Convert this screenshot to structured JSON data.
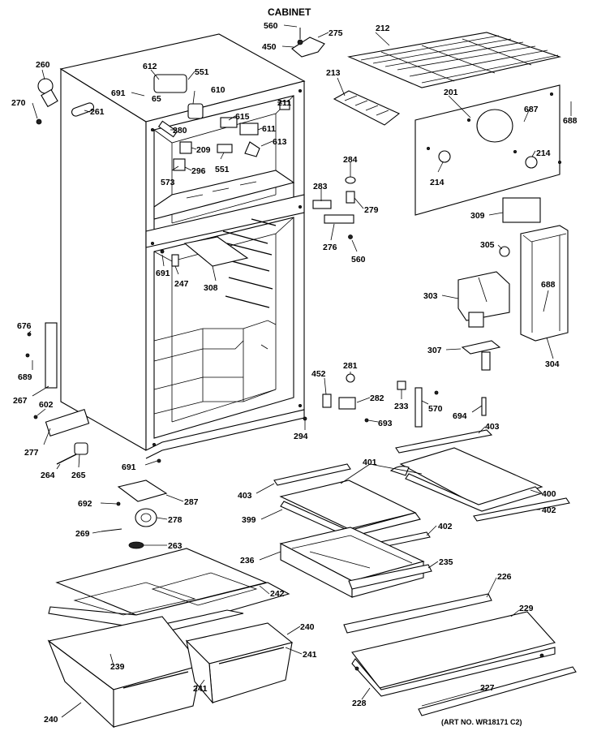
{
  "title": "CABINET",
  "art_number": "(ART NO. WR18171 C2)",
  "labels": [
    "560",
    "450",
    "275",
    "212",
    "260",
    "270",
    "612",
    "551",
    "691",
    "65",
    "610",
    "261",
    "211",
    "615",
    "280",
    "611",
    "209",
    "613",
    "573",
    "296",
    "551",
    "213",
    "201",
    "687",
    "688",
    "214",
    "214",
    "284",
    "283",
    "279",
    "276",
    "560",
    "309",
    "305",
    "303",
    "688",
    "307",
    "304",
    "691",
    "247",
    "308",
    "676",
    "689",
    "267",
    "602",
    "452",
    "281",
    "282",
    "233",
    "570",
    "694",
    "693",
    "403",
    "294",
    "277",
    "264",
    "265",
    "691",
    "401",
    "403",
    "400",
    "399",
    "402",
    "287",
    "692",
    "278",
    "269",
    "263",
    "236",
    "402",
    "235",
    "242",
    "226",
    "240",
    "229",
    "241",
    "239",
    "241",
    "240",
    "228",
    "227"
  ],
  "icons": {
    "cabinet": "refrigerator-cabinet-icon",
    "shelf": "wire-shelf-icon",
    "drawer": "crisper-drawer-icon"
  }
}
